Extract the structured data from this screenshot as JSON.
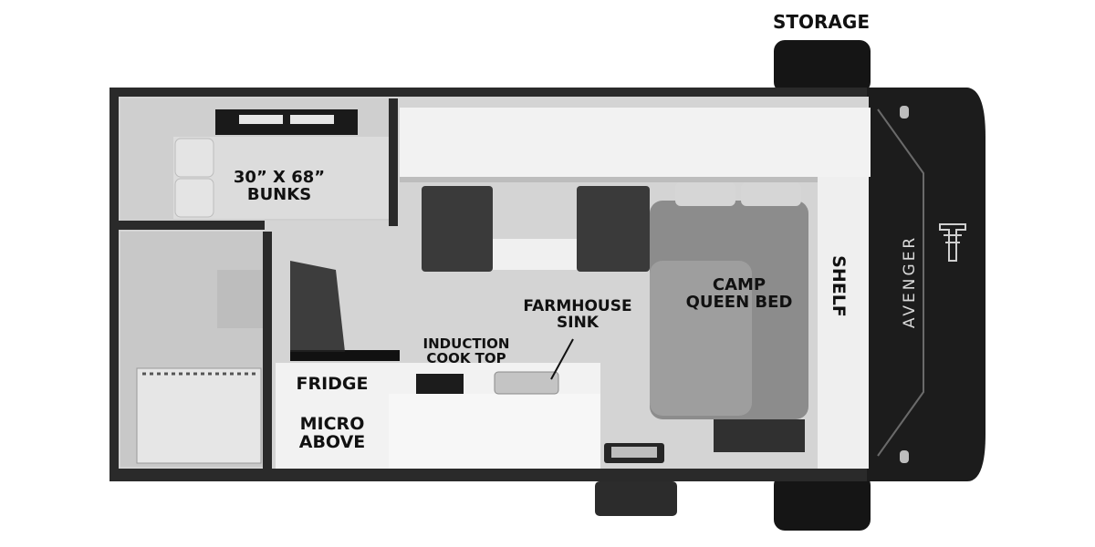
{
  "labels": {
    "storage": "STORAGE",
    "bunks": [
      "30” X 68”",
      "BUNKS"
    ],
    "shelf": "SHELF",
    "bed": [
      "CAMP",
      "QUEEN BED"
    ],
    "sink": [
      "FARMHOUSE",
      "SINK"
    ],
    "cooktop": [
      "INDUCTION",
      "COOK TOP"
    ],
    "fridge": "FRIDGE",
    "micro": [
      "MICRO",
      "ABOVE"
    ]
  },
  "brand": "AVENGER",
  "icons": {
    "logo": "tree-logo-icon"
  },
  "colors": {
    "wall": "#2a2a2a",
    "floor": "#d4d4d4",
    "counter": "#f2f2f2",
    "cushion": "#3a3a3a",
    "bed": "#8c8c8c",
    "front_cap": "#1c1c1c"
  }
}
